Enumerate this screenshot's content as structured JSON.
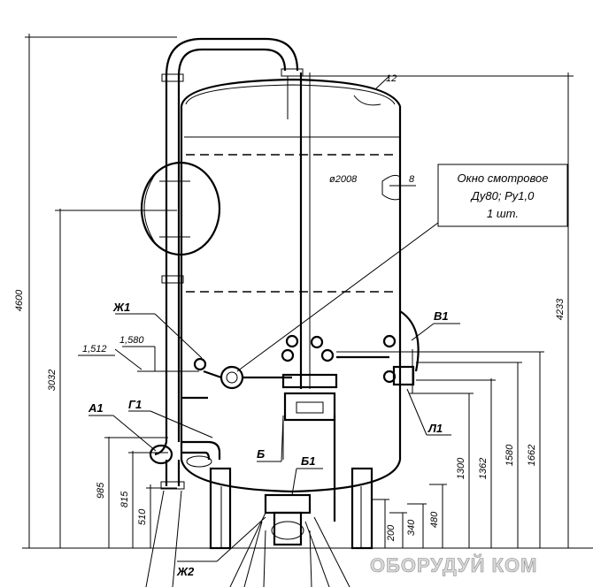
{
  "dimensions_vertical": {
    "total_height": "4600",
    "right_height": "4233",
    "manhole_height": "3032",
    "A1_height": "985",
    "G1_height": "815",
    "pipe_bottom_height": "510",
    "B1_support_height": "200",
    "drain_height": "340",
    "support_bottom_height": "480",
    "L1_height": "1300",
    "window_height": "1362",
    "V1_height": "1580",
    "top_nozzle_height": "1662"
  },
  "dimensions_misc": {
    "left_offset_1": "1,512",
    "left_offset_2": "1,580",
    "diameter": "ø2008",
    "wall_thickness": "8",
    "top_thickness": "12"
  },
  "labels": {
    "zh1": "Ж1",
    "v1": "В1",
    "a1": "А1",
    "g1": "Г1",
    "b": "Б",
    "b1": "Б1",
    "l1": "Л1",
    "zh2": "Ж2"
  },
  "callout": {
    "line1": "Окно смотровое",
    "line2": "Ду80; Ру1,0",
    "line3": "1 шт."
  },
  "watermark": "ОБОРУДУЙ  КОМ"
}
